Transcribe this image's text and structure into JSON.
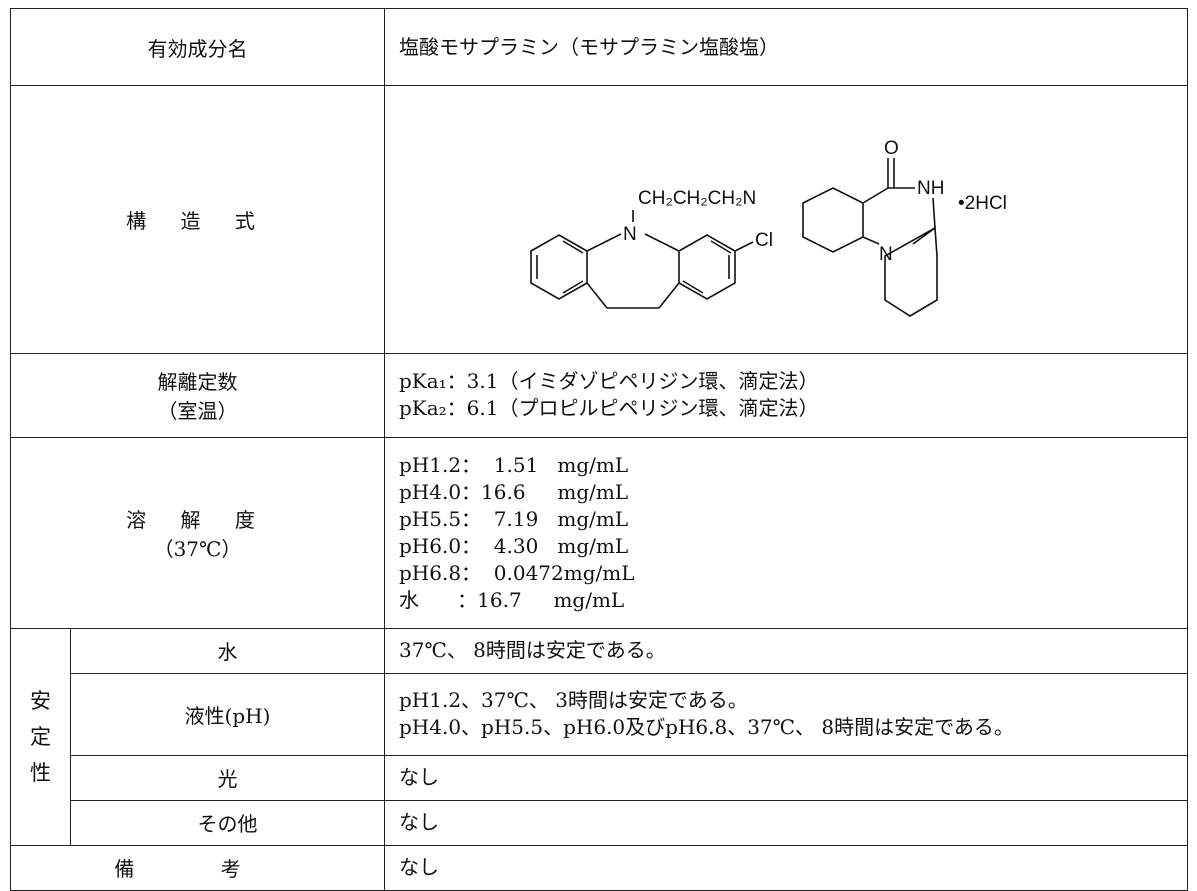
{
  "rows": {
    "ingredient": {
      "label": "有効成分名",
      "value": "塩酸モサプラミン（モサプラミン塩酸塩）"
    },
    "structure": {
      "label": "構 造 式",
      "formula": {
        "o_label": "O",
        "nh_label": "NH",
        "chain_label": "CH₂CH₂CH₂N",
        "salt_label": "•2HCl",
        "n_upper_label": "N",
        "n_lower_label": "N",
        "cl_label": "Cl"
      }
    },
    "pka": {
      "label_1": "解離定数",
      "label_2": "（室温）",
      "lines": [
        "pKa₁：3.1（イミダゾピペリジン環、滴定法）",
        "pKa₂：6.1（プロピルピペリジン環、滴定法）"
      ]
    },
    "solubility": {
      "label_1": "溶 解 度",
      "label_2": "（37℃）",
      "lines": [
        "pH1.2：  1.51   mg/mL",
        "pH4.0：16.6     mg/mL",
        "pH5.5：  7.19   mg/mL",
        "pH6.0：  4.30   mg/mL",
        "pH6.8：  0.0472mg/mL",
        "水      ：16.7     mg/mL"
      ]
    },
    "stability": {
      "group_chars": [
        "安",
        "定",
        "性"
      ],
      "water": {
        "label": "水",
        "value": "37℃、 8時間は安定である。"
      },
      "ph": {
        "label": "液性(pH)",
        "lines": [
          "pH1.2、37℃、 3時間は安定である。",
          "pH4.0、pH5.5、pH6.0及びpH6.8、37℃、 8時間は安定である。"
        ]
      },
      "light": {
        "label": "光",
        "value": "なし"
      },
      "other": {
        "label": "その他",
        "value": "なし"
      }
    },
    "remarks": {
      "label": "備 考",
      "value": "なし"
    }
  }
}
